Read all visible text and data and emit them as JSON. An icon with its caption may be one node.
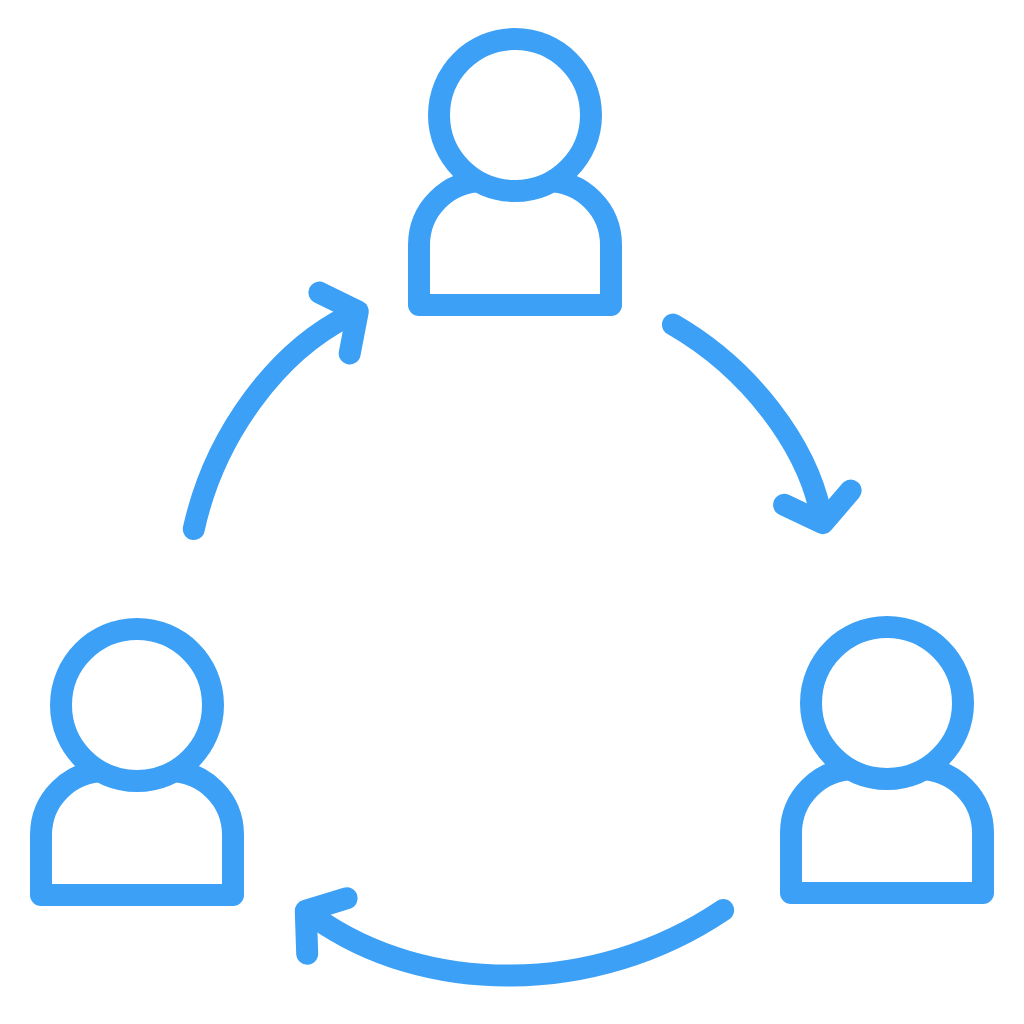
{
  "diagram": {
    "nodes": [
      {
        "text": [],
        "shape": "person"
      },
      {
        "text": [],
        "shape": "person"
      },
      {
        "text": [],
        "shape": "person"
      }
    ],
    "edges": [
      {
        "from": 0,
        "to": 2,
        "arrow": "to"
      },
      {
        "from": 2,
        "to": 1,
        "arrow": "to"
      },
      {
        "from": 1,
        "to": 0,
        "arrow": "to"
      }
    ]
  }
}
